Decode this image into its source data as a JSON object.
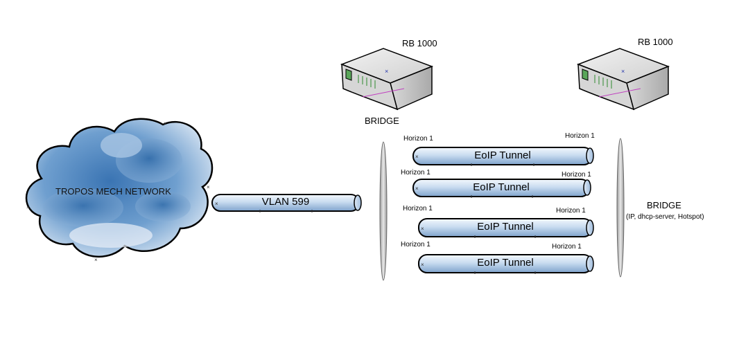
{
  "router_labels": [
    "RB 1000",
    "RB 1000"
  ],
  "bridge_left": "BRIDGE",
  "bridge_right": {
    "title": "BRIDGE",
    "subtitle": "(IP, dhcp-server, Hotspot)"
  },
  "cloud": {
    "label": "TROPOS MECH NETWORK"
  },
  "vlan": {
    "label": "VLAN 599"
  },
  "tunnels": [
    {
      "label": "EoIP Tunnel",
      "horizon_left": "Horizon 1",
      "horizon_right": "Horizon 1"
    },
    {
      "label": "EoIP Tunnel",
      "horizon_left": "Horizon 1",
      "horizon_right": "Horizon 1"
    },
    {
      "label": "EoIP Tunnel",
      "horizon_left": "Horizon 1",
      "horizon_right": "Horizon 1"
    },
    {
      "label": "EoIP Tunnel",
      "horizon_left": "Horizon 1",
      "horizon_right": "Horizon 1"
    }
  ],
  "colors": {
    "tube_light": "#e8f1fb",
    "tube_dark": "#8fb0d6",
    "cloud_dark": "#3f7bb8",
    "cloud_light": "#d9e6f2"
  }
}
